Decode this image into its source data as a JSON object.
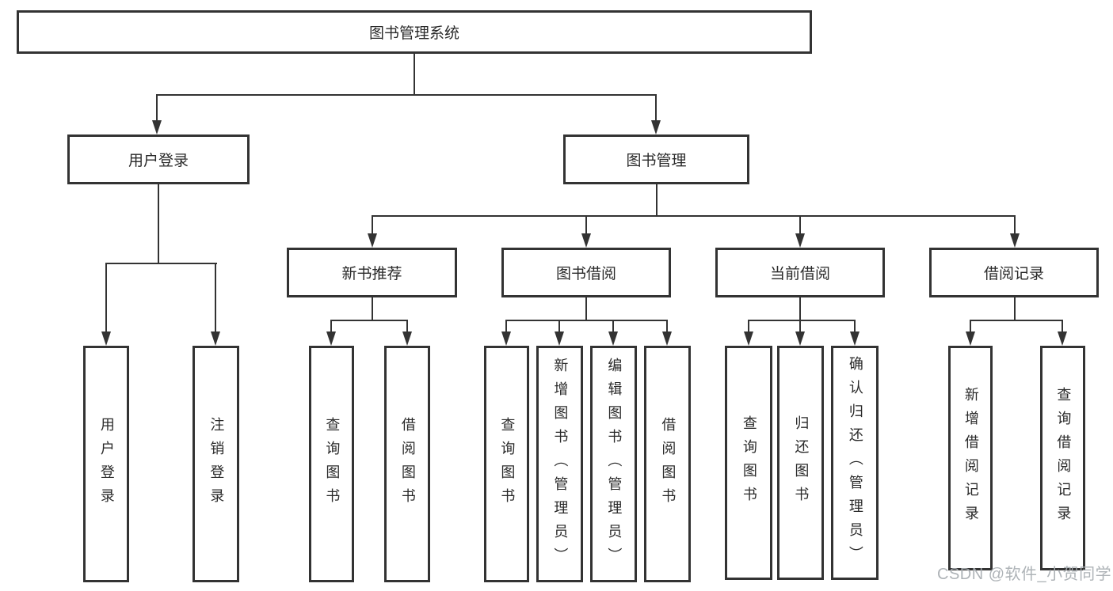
{
  "colors": {
    "line": "#333333",
    "box_border": "#333333",
    "box_fill": "#ffffff",
    "text": "#2a2a2a",
    "watermark": "#a7acb1"
  },
  "root": {
    "label": "图书管理系统"
  },
  "level2": [
    {
      "label": "用户登录"
    },
    {
      "label": "图书管理"
    }
  ],
  "level3": [
    {
      "label": "新书推荐"
    },
    {
      "label": "图书借阅"
    },
    {
      "label": "当前借阅"
    },
    {
      "label": "借阅记录"
    }
  ],
  "leaves": {
    "user_login": [
      {
        "label": "用户登录"
      },
      {
        "label": "注销登录"
      }
    ],
    "new_book": [
      {
        "label": "查询图书"
      },
      {
        "label": "借阅图书"
      }
    ],
    "book_borrow": [
      {
        "label": "查询图书"
      },
      {
        "label": "新增图书（管理员）"
      },
      {
        "label": "编辑图书（管理员）"
      },
      {
        "label": "借阅图书"
      }
    ],
    "current_borrow": [
      {
        "label": "查询图书"
      },
      {
        "label": "归还图书"
      },
      {
        "label": "确认归还（管理员）"
      }
    ],
    "borrow_record": [
      {
        "label": "新增借阅记录"
      },
      {
        "label": "查询借阅记录"
      }
    ]
  },
  "watermark": "CSDN @软件_小贺同学"
}
